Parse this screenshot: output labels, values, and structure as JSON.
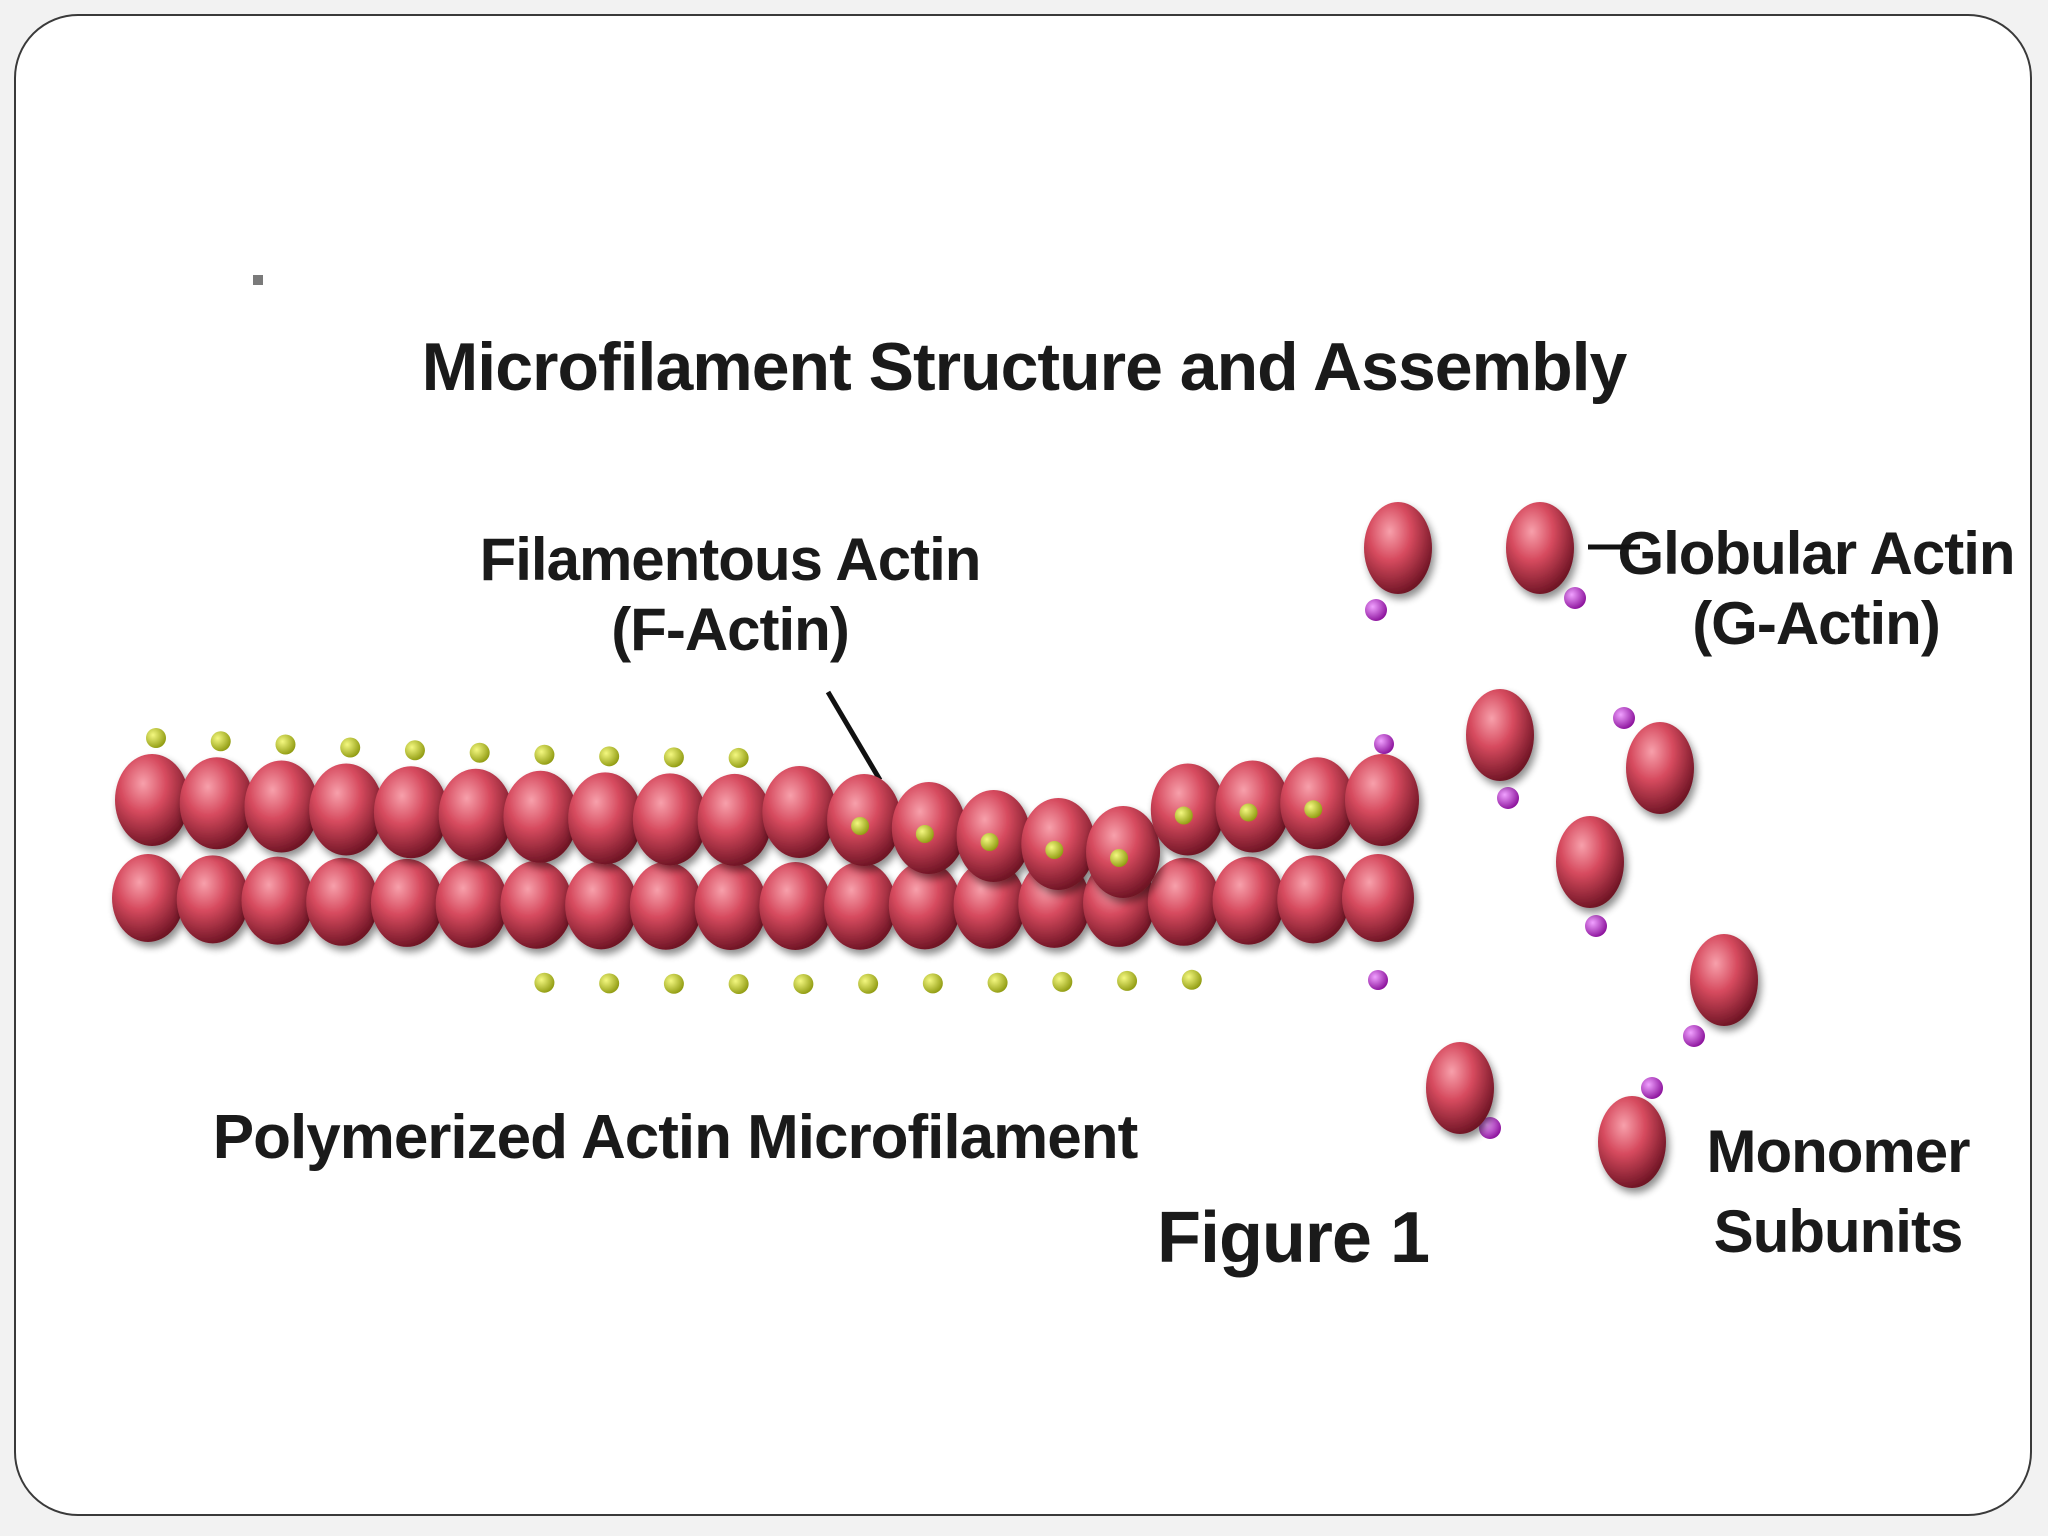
{
  "slide": {
    "bullet": "▪"
  },
  "figure": {
    "title": "Microfilament Structure and Assembly",
    "f_actin_line1": "Filamentous Actin",
    "f_actin_line2": "(F-Actin)",
    "g_actin_line1": "Globular Actin",
    "g_actin_line2": "(G-Actin)",
    "polymer_label": "Polymerized Actin Microfilament",
    "caption": "Figure 1",
    "monomer_line1": "Monomer",
    "monomer_line2": "Subunits"
  },
  "colors": {
    "actin": "#d64a5e",
    "actin_dark": "#7a1a2a",
    "actin_highlight": "#f28a98",
    "atp_yellow": "#c8d41a",
    "adp_magenta": "#c030d0",
    "border": "#3a3a3a"
  }
}
